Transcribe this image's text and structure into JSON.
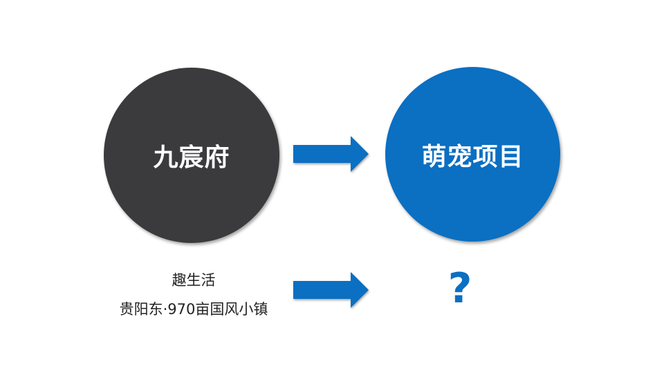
{
  "diagram": {
    "left_node": {
      "label": "九宸府",
      "color": "#3b3b3d"
    },
    "right_node": {
      "label": "萌宠项目",
      "color": "#0b6fc2"
    },
    "arrow_color": "#0b6fc2",
    "bottom_left": {
      "line1": "趣生活",
      "line2": "贵阳东·970亩国风小镇"
    },
    "bottom_right": {
      "label": "?"
    }
  }
}
